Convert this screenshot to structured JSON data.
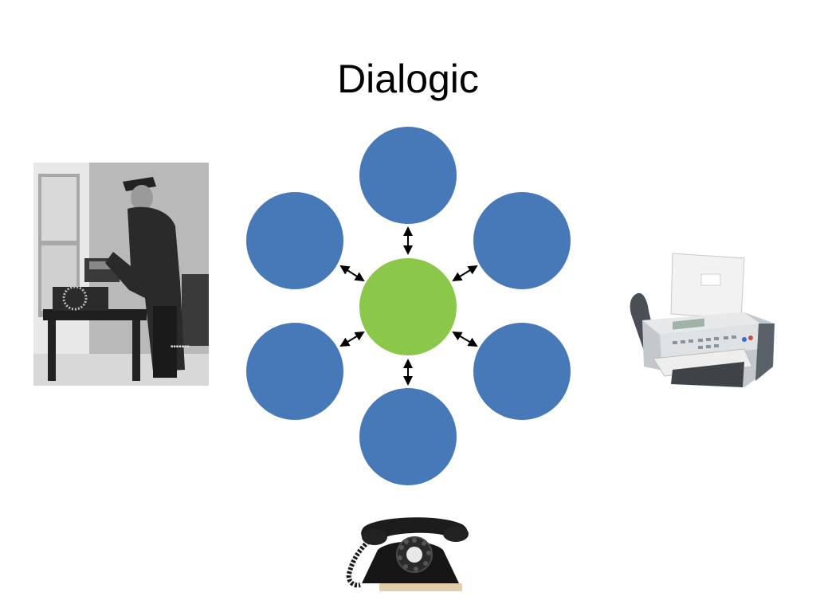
{
  "slide": {
    "title": "Dialogic"
  },
  "diagram": {
    "center_node": {
      "color": "#8BC84A"
    },
    "outer_nodes": [
      {
        "id": "top",
        "color": "#4779B9"
      },
      {
        "id": "top-right",
        "color": "#4779B9"
      },
      {
        "id": "bottom-right",
        "color": "#4779B9"
      },
      {
        "id": "bottom",
        "color": "#4779B9"
      },
      {
        "id": "bottom-left",
        "color": "#4779B9"
      },
      {
        "id": "top-left",
        "color": "#4779B9"
      }
    ],
    "connector": {
      "style": "double-headed-arrow",
      "color": "#000000"
    }
  },
  "images": {
    "left": "telegraph-operator-photo",
    "right": "fax-machine-photo",
    "bottom": "rotary-telephone-photo"
  }
}
